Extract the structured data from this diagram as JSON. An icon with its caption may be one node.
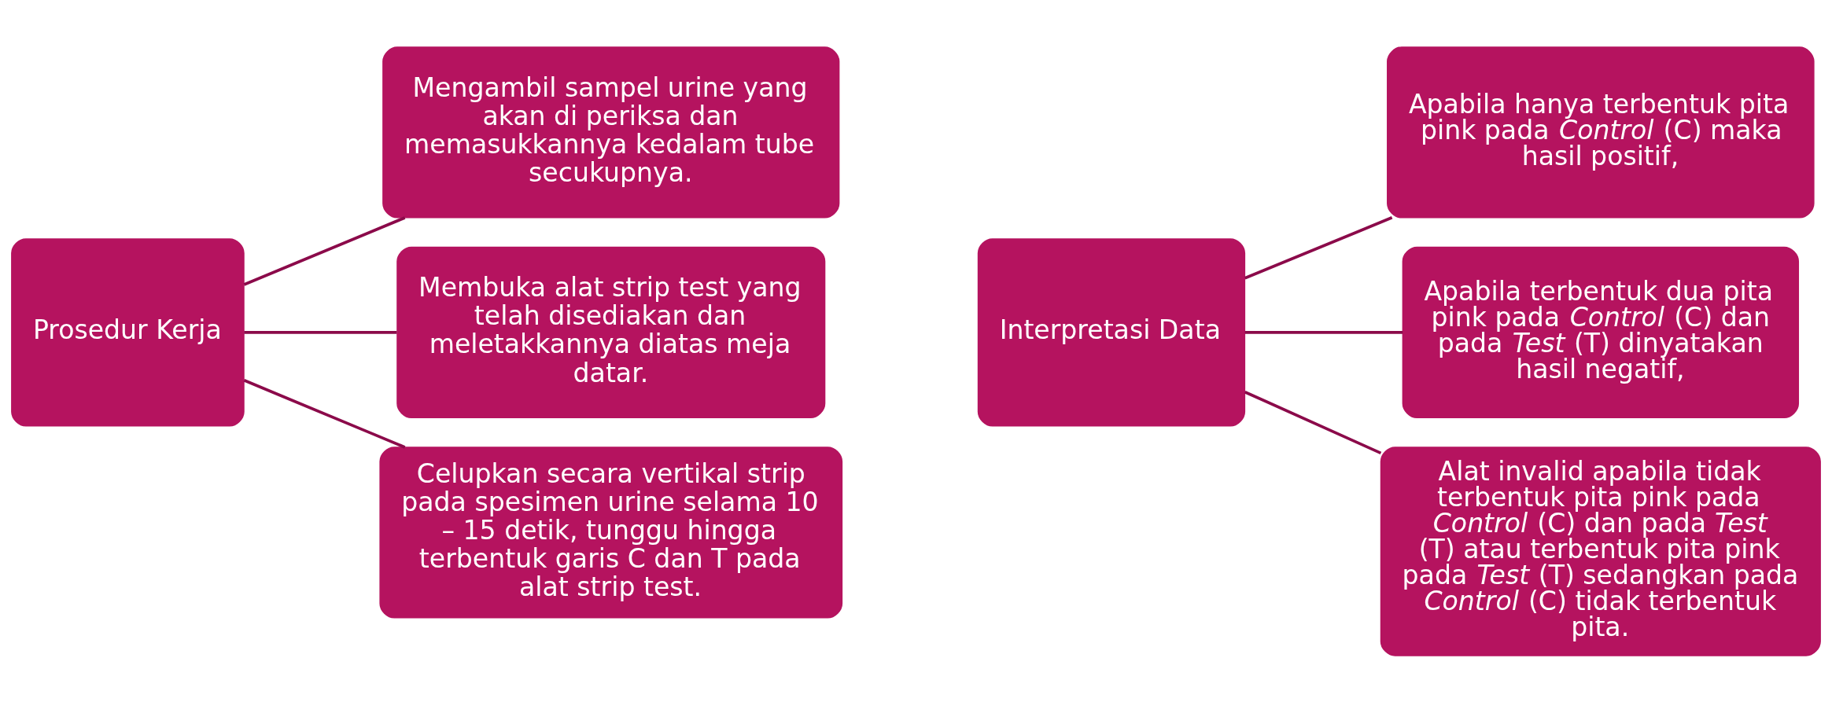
{
  "diagram": {
    "nodes": [
      {
        "text": [
          "Prosedur Kerja"
        ]
      },
      {
        "text": [
          "Mengambil sampel urine yang akan di periksa dan memasukkannya kedalam tube secukupnya."
        ]
      },
      {
        "text": [
          "Membuka alat strip test yang telah disediakan dan meletakkannya diatas meja datar."
        ]
      },
      {
        "text": [
          "Celupkan secara vertikal strip pada spesimen urine selama 10 – 15 detik, tunggu hingga terbentuk garis C dan T pada alat strip test."
        ]
      },
      {
        "text": [
          "Interpretasi Data"
        ]
      },
      {
        "text": [
          "Apabila hanya terbentuk pita pink pada *Control* (C) maka hasil positif,"
        ]
      },
      {
        "text": [
          "Apabila terbentuk dua pita pink pada *Control* (C) dan pada *Test* (T) dinyatakan hasil negatif,"
        ]
      },
      {
        "text": [
          "Alat invalid apabila tidak terbentuk pita pink pada *Control* (C) dan pada *Test* (T) atau terbentuk pita pink pada *Test* (T) sedangkan pada *Control* (C) tidak terbentuk pita."
        ]
      }
    ],
    "edges": [
      {
        "from": 0,
        "to": 1,
        "arrow": "none"
      },
      {
        "from": 0,
        "to": 2,
        "arrow": "none"
      },
      {
        "from": 0,
        "to": 3,
        "arrow": "none"
      },
      {
        "from": 4,
        "to": 5,
        "arrow": "none"
      },
      {
        "from": 4,
        "to": 6,
        "arrow": "none"
      },
      {
        "from": 4,
        "to": 7,
        "arrow": "none"
      }
    ]
  }
}
